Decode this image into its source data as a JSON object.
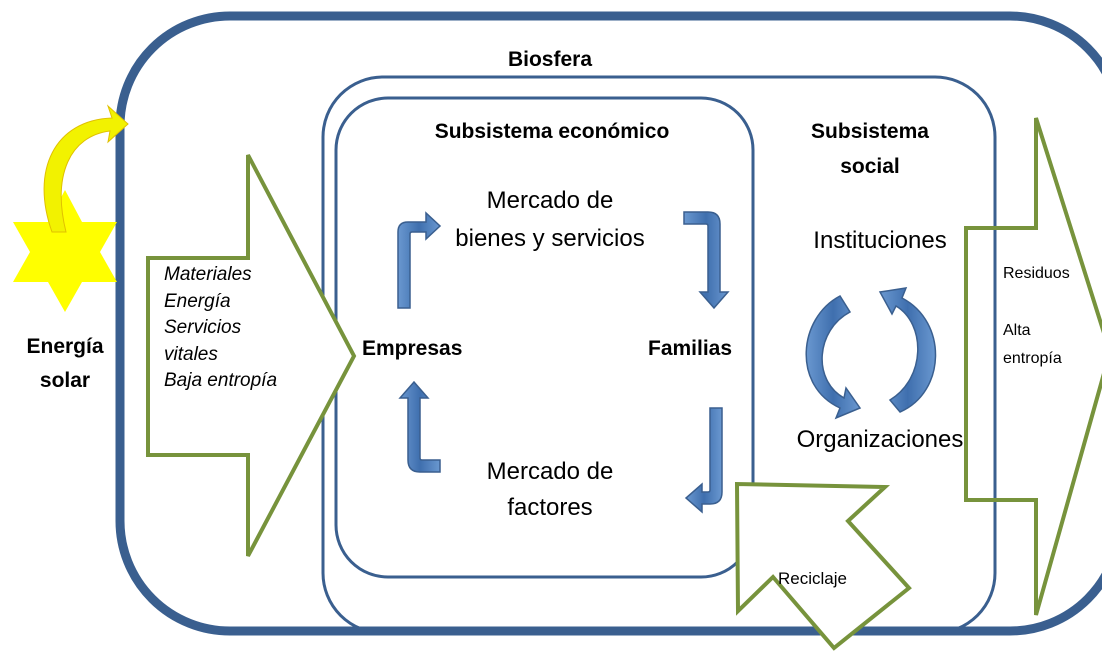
{
  "diagram": {
    "labels": {
      "biosfera": "Biosfera",
      "subsistema_economico": "Subsistema económico",
      "subsistema_social_line1": "Subsistema",
      "subsistema_social_line2": "social",
      "energia_solar_line1": "Energía",
      "energia_solar_line2": "solar",
      "mercado_bienes_line1": "Mercado de",
      "mercado_bienes_line2": "bienes y servicios",
      "mercado_factores_line1": "Mercado de",
      "mercado_factores_line2": "factores",
      "empresas": "Empresas",
      "familias": "Familias",
      "instituciones": "Instituciones",
      "organizaciones": "Organizaciones",
      "reciclaje": "Reciclaje"
    },
    "input_arrow": {
      "items": [
        "Materiales",
        "Energía",
        "Servicios",
        "vitales",
        "Baja entropía"
      ]
    },
    "output_arrow": {
      "items": [
        "Residuos",
        "Alta",
        "entropía"
      ]
    },
    "colors": {
      "boundary_blue": "#3a5f8f",
      "arrow_blue": "#4a7ab5",
      "outline_green": "#77933c",
      "sun_yellow": "#ffff00",
      "curve_yellow": "#f2f200"
    }
  }
}
